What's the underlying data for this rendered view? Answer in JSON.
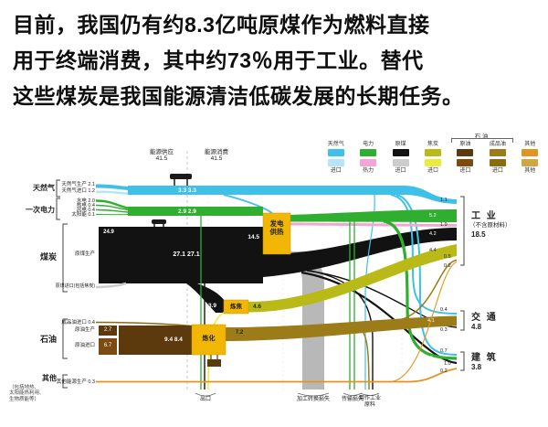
{
  "paragraph": {
    "line1": "目前，我国仍有约8.3亿吨原煤作为燃料直接",
    "line2": "用于终端消费，其中约73％用于工业。替代",
    "line3": "这些煤炭是我国能源清洁低碳发展的长期任务。"
  },
  "colors": {
    "gas": "#3fc0e8",
    "gasImport": "#b5e5f6",
    "power": "#2fae2f",
    "heat": "#f2a6d4",
    "coal": "#121212",
    "coalImport": "#cccccc",
    "coke": "#b9b918",
    "cokeImport": "#ebeb3d",
    "crude": "#5c3a0e",
    "crudeImport": "#7b4b12",
    "refined": "#9c7c18",
    "refinedImport": "#8a6a12",
    "other": "#e3941f",
    "otherAlt": "#cfa642",
    "box": "#f2b705",
    "loss": "#b8b8b8"
  },
  "legend": {
    "group": "石 油",
    "items": [
      {
        "top": "天然气",
        "bottom": "进口"
      },
      {
        "top": "电力",
        "bottom": "热力"
      },
      {
        "top": "原煤",
        "bottom": "进口"
      },
      {
        "top": "焦炭",
        "bottom": "进口"
      },
      {
        "top": "原油",
        "bottom": "进口"
      },
      {
        "top": "成品油",
        "bottom": "进口"
      },
      {
        "top": "其他",
        "bottom": "其他"
      }
    ]
  },
  "header": {
    "supply": "能源供应\n41.5",
    "consume": "能源消费\n41.5"
  },
  "left": {
    "gas_cat": "天然气",
    "power_cat": "一次电力",
    "coal_cat": "煤炭",
    "oil_cat": "石油",
    "other_cat": "其他",
    "other_note": "（包括地热、\n太阳能热利用、\n生物质能等）",
    "gas_prod": "天然气生产 2.1",
    "gas_imp": "天然气进口 1.2",
    "hydro": "水电 2.0",
    "nuclear": "核电 0.4",
    "wind": "风电 0.4",
    "solar": "太阳能 0.1",
    "coal_prod": "原煤生产",
    "coal_prod_v": "24.9",
    "coal_imp": "原煤进口(包括焦炭)",
    "refined_imp": "成品油进口 0.4",
    "crude_prod": "原油生产",
    "crude_prod_v": "2.7",
    "crude_imp": "原油进口",
    "crude_imp_v": "6.7",
    "other_prod": "其他能源生产 0.3"
  },
  "mid": {
    "gas_band": "3.3        3.3",
    "power_band": "2.9        2.9",
    "coal_band": "27.1            27.1",
    "crude_band": "9.4  8.4",
    "refined_band": "7.2",
    "to_power": "14.5",
    "to_coke": "3.9",
    "coke_out": "4.6",
    "power_box": "发电\n供热",
    "coke_box": "炼焦",
    "refine_box": "炼化"
  },
  "right": {
    "industry": "工 业",
    "industry_note": "（不含原材料）",
    "industry_v": "18.5",
    "transport": "交 通",
    "transport_v": "4.8",
    "building": "建 筑",
    "building_v": "3.8",
    "i_gas": "1.1",
    "i_power": "5.2",
    "i_heat": "1.9",
    "i_coal": "4.2",
    "i_coke": "4.4",
    "i_refined": "0.5",
    "i_other": "0.2",
    "t_gas": "0.4",
    "t_refined": "4.1",
    "t_coal": "0.3",
    "b_gas": "0.7",
    "b_power": "1.9",
    "b_coal": "1.0",
    "b_other": "0.2"
  },
  "bottom": {
    "export": "出口",
    "conv_loss": "加工转换损失",
    "trans_loss": "传输损失",
    "feedstock": "用作工业\n原料"
  },
  "chart_data": {
    "type": "sankey",
    "totals": {
      "supply": 41.5,
      "consumption": 41.5
    },
    "sources": [
      {
        "group": "天然气",
        "name": "天然气生产",
        "value": 2.1
      },
      {
        "group": "天然气",
        "name": "天然气进口",
        "value": 1.2
      },
      {
        "group": "一次电力",
        "name": "水电",
        "value": 2.0
      },
      {
        "group": "一次电力",
        "name": "核电",
        "value": 0.4
      },
      {
        "group": "一次电力",
        "name": "风电",
        "value": 0.4
      },
      {
        "group": "一次电力",
        "name": "太阳能",
        "value": 0.1
      },
      {
        "group": "煤炭",
        "name": "原煤生产",
        "value": 24.9
      },
      {
        "group": "煤炭",
        "name": "原煤进口(包括焦炭)"
      },
      {
        "group": "石油",
        "name": "成品油进口",
        "value": 0.4
      },
      {
        "group": "石油",
        "name": "原油生产",
        "value": 2.7
      },
      {
        "group": "石油",
        "name": "原油进口",
        "value": 6.7
      },
      {
        "group": "其他",
        "name": "其他能源生产",
        "value": 0.3
      }
    ],
    "trunk_flows": [
      {
        "name": "天然气",
        "supply": 3.3,
        "consumption": 3.3
      },
      {
        "name": "一次电力",
        "supply": 2.9,
        "consumption": 2.9
      },
      {
        "name": "原煤",
        "supply": 27.1,
        "consumption": 27.1
      },
      {
        "name": "原油",
        "supply": 9.4,
        "consumption": 8.4
      },
      {
        "name": "成品油",
        "consumption": 7.2
      }
    ],
    "conversions": [
      {
        "name": "发电/供热",
        "coal_input": 14.5
      },
      {
        "name": "炼焦",
        "coal_input": 3.9,
        "coke_output": 4.6
      },
      {
        "name": "炼化",
        "crude_input": 8.4,
        "refined_output": 7.2
      }
    ],
    "sinks": [
      {
        "name": "工业（不含原材料）",
        "total": 18.5,
        "breakdown": [
          {
            "fuel": "天然气",
            "value": 1.1
          },
          {
            "fuel": "电力",
            "value": 5.2
          },
          {
            "fuel": "热力",
            "value": 1.9
          },
          {
            "fuel": "原煤",
            "value": 4.2
          },
          {
            "fuel": "焦炭",
            "value": 4.4
          },
          {
            "fuel": "成品油",
            "value": 0.5
          },
          {
            "fuel": "其他",
            "value": 0.2
          }
        ]
      },
      {
        "name": "交通",
        "total": 4.8,
        "breakdown": [
          {
            "fuel": "天然气",
            "value": 0.4
          },
          {
            "fuel": "成品油",
            "value": 4.1
          },
          {
            "fuel": "原煤",
            "value": 0.3
          }
        ]
      },
      {
        "name": "建筑",
        "total": 3.8,
        "breakdown": [
          {
            "fuel": "天然气",
            "value": 0.7
          },
          {
            "fuel": "电力",
            "value": 1.9
          },
          {
            "fuel": "原煤",
            "value": 1.0
          },
          {
            "fuel": "其他",
            "value": 0.2
          }
        ]
      }
    ],
    "terminal_flows": [
      "出口",
      "加工转换损失",
      "传输损失",
      "用作工业原料"
    ],
    "legend_fuels": [
      "天然气/进口",
      "电力/热力",
      "原煤/进口",
      "焦炭/进口",
      "原油/进口",
      "成品油/进口",
      "其他/其他"
    ]
  }
}
